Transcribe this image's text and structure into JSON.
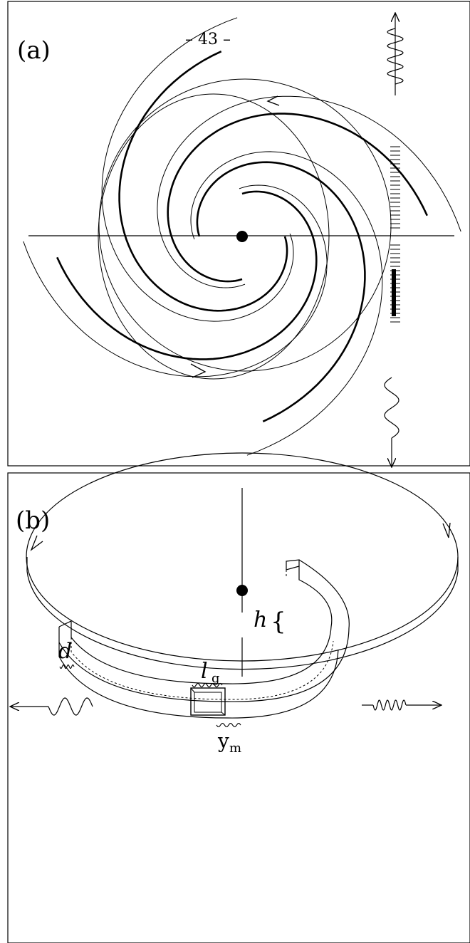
{
  "page": {
    "number_text": "– 43 –"
  },
  "panel_a": {
    "label": "(a)"
  },
  "panel_b": {
    "label": "(b)",
    "labels": {
      "d": "d",
      "h": "h",
      "l": "l",
      "l_sub": "g",
      "y": "y",
      "y_sub": "m"
    }
  },
  "colors": {
    "ink": "#000000",
    "background": "#ffffff"
  }
}
